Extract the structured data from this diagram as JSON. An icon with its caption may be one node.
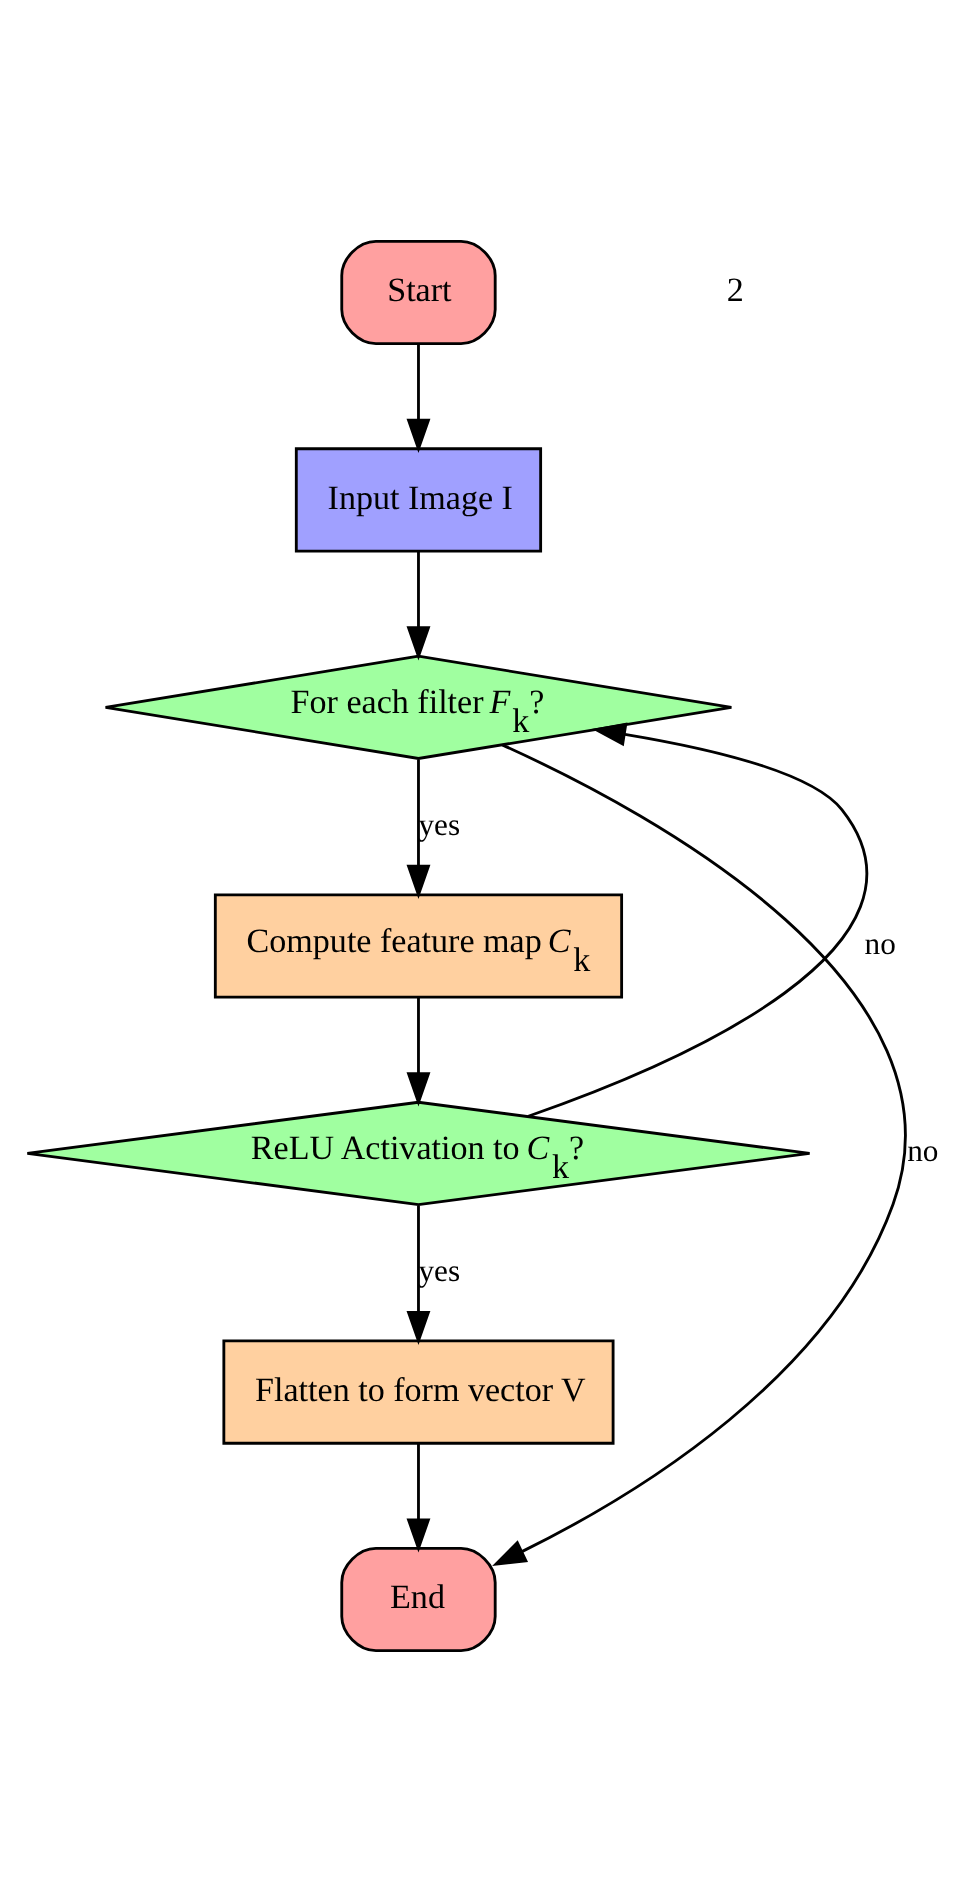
{
  "diagram": {
    "nodes": [
      {
        "text": [
          "Start"
        ]
      },
      {
        "text": [
          "Input Image I"
        ]
      },
      {
        "text": [
          "For each filter *F*$_{k}$?"
        ]
      },
      {
        "text": [
          "Compute feature map *C*$_{k}$"
        ]
      },
      {
        "text": [
          "ReLU Activation to *C*$_{k}$?"
        ]
      },
      {
        "text": [
          "Flatten to form vector V"
        ]
      },
      {
        "text": [
          "End"
        ]
      }
    ],
    "edges": [
      {
        "from": 0,
        "to": 1,
        "arrow": "to"
      },
      {
        "from": 1,
        "to": 2,
        "arrow": "to"
      },
      {
        "from": 2,
        "to": 3,
        "arrow": "to",
        "label": "yes"
      },
      {
        "from": 3,
        "to": 4,
        "arrow": "to"
      },
      {
        "from": 4,
        "to": 5,
        "arrow": "to",
        "label": "yes"
      },
      {
        "from": 5,
        "to": 6,
        "arrow": "to"
      },
      {
        "from": 4,
        "to": 2,
        "arrow": "to",
        "label": "no"
      },
      {
        "from": 2,
        "to": 6,
        "arrow": "to",
        "label": "no"
      }
    ],
    "labels": [
      "2"
    ]
  }
}
